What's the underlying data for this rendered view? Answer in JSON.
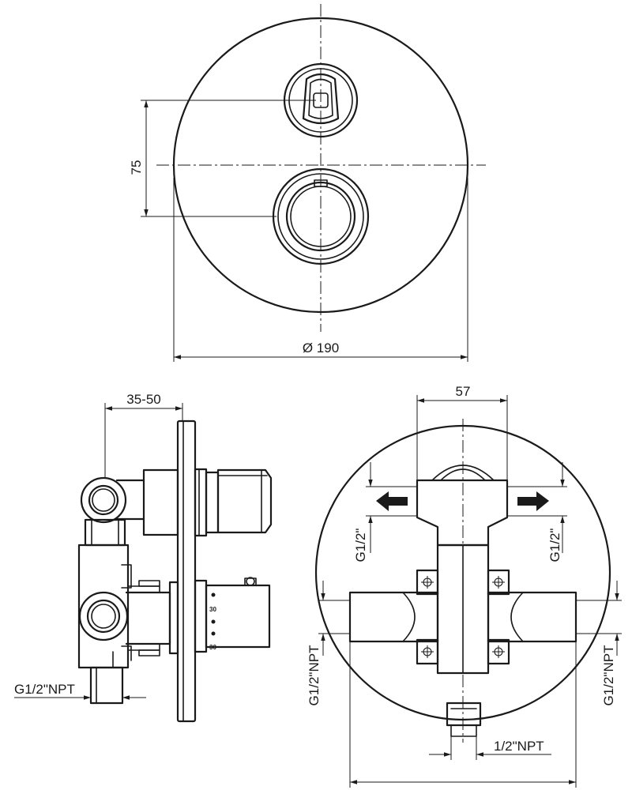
{
  "dimensions": {
    "front_center_distance": "75",
    "plate_diameter": "Ø 190",
    "mounting_depth": "35-50",
    "side_inlet_thread": "G1/2\"NPT",
    "outlet_spacing": "57",
    "outlet_thread_left": "G1/2\"",
    "outlet_thread_right": "G1/2\"",
    "inlet_thread_left": "G1/2\"NPT",
    "inlet_thread_right": "G1/2\"NPT",
    "bottom_outlet_thread": "1/2\"NPT"
  },
  "scale_marks": {
    "mark_a": "30",
    "mark_b": "30"
  }
}
